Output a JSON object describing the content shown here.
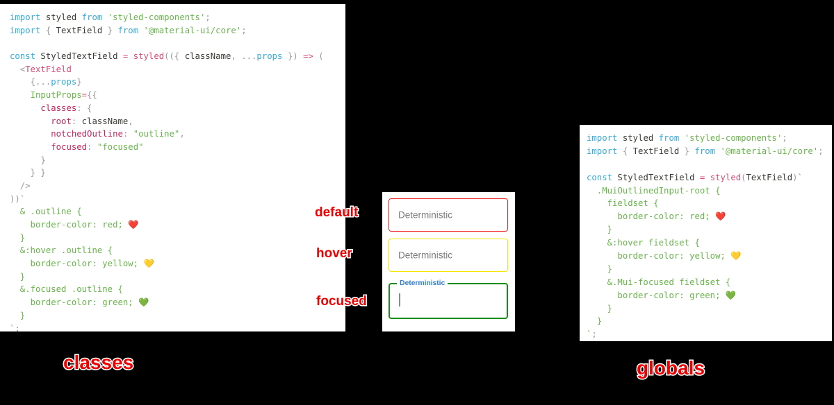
{
  "panels": {
    "classes": {
      "caption": "classes",
      "code_lines": [
        [
          {
            "t": "kw",
            "s": "import"
          },
          {
            "t": "plain",
            "s": " styled "
          },
          {
            "t": "kw",
            "s": "from"
          },
          {
            "t": "plain",
            "s": " "
          },
          {
            "t": "str",
            "s": "'styled-components'"
          },
          {
            "t": "punct",
            "s": ";"
          }
        ],
        [
          {
            "t": "kw",
            "s": "import"
          },
          {
            "t": "punct",
            "s": " { "
          },
          {
            "t": "plain",
            "s": "TextField"
          },
          {
            "t": "punct",
            "s": " } "
          },
          {
            "t": "kw",
            "s": "from"
          },
          {
            "t": "plain",
            "s": " "
          },
          {
            "t": "str",
            "s": "'@material-ui/core'"
          },
          {
            "t": "punct",
            "s": ";"
          }
        ],
        [],
        [
          {
            "t": "kw",
            "s": "const"
          },
          {
            "t": "plain",
            "s": " StyledTextField "
          },
          {
            "t": "op",
            "s": "="
          },
          {
            "t": "plain",
            "s": " "
          },
          {
            "t": "fn",
            "s": "styled"
          },
          {
            "t": "punct",
            "s": "(({ "
          },
          {
            "t": "plain",
            "s": "className"
          },
          {
            "t": "punct",
            "s": ", "
          },
          {
            "t": "punct",
            "s": "..."
          },
          {
            "t": "var",
            "s": "props"
          },
          {
            "t": "punct",
            "s": " }) "
          },
          {
            "t": "op",
            "s": "=>"
          },
          {
            "t": "punct",
            "s": " ("
          }
        ],
        [
          {
            "t": "plain",
            "s": "  "
          },
          {
            "t": "punct",
            "s": "<"
          },
          {
            "t": "fn",
            "s": "TextField"
          }
        ],
        [
          {
            "t": "punct",
            "s": "    {"
          },
          {
            "t": "punct",
            "s": "..."
          },
          {
            "t": "var",
            "s": "props"
          },
          {
            "t": "punct",
            "s": "}"
          }
        ],
        [
          {
            "t": "plain",
            "s": "    "
          },
          {
            "t": "attr",
            "s": "InputProps"
          },
          {
            "t": "op",
            "s": "="
          },
          {
            "t": "punct",
            "s": "{{"
          }
        ],
        [
          {
            "t": "plain",
            "s": "      "
          },
          {
            "t": "prop",
            "s": "classes"
          },
          {
            "t": "punct",
            "s": ": {"
          }
        ],
        [
          {
            "t": "plain",
            "s": "        "
          },
          {
            "t": "prop",
            "s": "root"
          },
          {
            "t": "punct",
            "s": ": "
          },
          {
            "t": "plain",
            "s": "className"
          },
          {
            "t": "punct",
            "s": ","
          }
        ],
        [
          {
            "t": "plain",
            "s": "        "
          },
          {
            "t": "prop",
            "s": "notchedOutline"
          },
          {
            "t": "punct",
            "s": ": "
          },
          {
            "t": "str",
            "s": "\"outline\""
          },
          {
            "t": "punct",
            "s": ","
          }
        ],
        [
          {
            "t": "plain",
            "s": "        "
          },
          {
            "t": "prop",
            "s": "focused"
          },
          {
            "t": "punct",
            "s": ": "
          },
          {
            "t": "str",
            "s": "\"focused\""
          }
        ],
        [
          {
            "t": "punct",
            "s": "      }"
          }
        ],
        [
          {
            "t": "punct",
            "s": "    } }"
          }
        ],
        [
          {
            "t": "punct",
            "s": "  />"
          }
        ],
        [
          {
            "t": "punct",
            "s": "))"
          },
          {
            "t": "str",
            "s": "`"
          }
        ],
        [
          {
            "t": "css",
            "s": "  & .outline {"
          }
        ],
        [
          {
            "t": "css",
            "s": "    border-color: red; "
          },
          {
            "t": "emoji",
            "s": "❤️"
          }
        ],
        [
          {
            "t": "css",
            "s": "  }"
          }
        ],
        [
          {
            "t": "css",
            "s": "  &:hover .outline {"
          }
        ],
        [
          {
            "t": "css",
            "s": "    border-color: yellow; "
          },
          {
            "t": "emoji",
            "s": "💛"
          }
        ],
        [
          {
            "t": "css",
            "s": "  }"
          }
        ],
        [
          {
            "t": "css",
            "s": "  &.focused .outline {"
          }
        ],
        [
          {
            "t": "css",
            "s": "    border-color: green; "
          },
          {
            "t": "emoji",
            "s": "💚"
          }
        ],
        [
          {
            "t": "css",
            "s": "  }"
          }
        ],
        [
          {
            "t": "str",
            "s": "`"
          },
          {
            "t": "punct",
            "s": ";"
          }
        ]
      ]
    },
    "globals": {
      "caption": "globals",
      "code_lines": [
        [
          {
            "t": "kw",
            "s": "import"
          },
          {
            "t": "plain",
            "s": " styled "
          },
          {
            "t": "kw",
            "s": "from"
          },
          {
            "t": "plain",
            "s": " "
          },
          {
            "t": "str",
            "s": "'styled-components'"
          },
          {
            "t": "punct",
            "s": ";"
          }
        ],
        [
          {
            "t": "kw",
            "s": "import"
          },
          {
            "t": "punct",
            "s": " { "
          },
          {
            "t": "plain",
            "s": "TextField"
          },
          {
            "t": "punct",
            "s": " } "
          },
          {
            "t": "kw",
            "s": "from"
          },
          {
            "t": "plain",
            "s": " "
          },
          {
            "t": "str",
            "s": "'@material-ui/core'"
          },
          {
            "t": "punct",
            "s": ";"
          }
        ],
        [],
        [
          {
            "t": "kw",
            "s": "const"
          },
          {
            "t": "plain",
            "s": " StyledTextField "
          },
          {
            "t": "op",
            "s": "="
          },
          {
            "t": "plain",
            "s": " "
          },
          {
            "t": "fn",
            "s": "styled"
          },
          {
            "t": "punct",
            "s": "("
          },
          {
            "t": "plain",
            "s": "TextField"
          },
          {
            "t": "punct",
            "s": ")"
          },
          {
            "t": "str",
            "s": "`"
          }
        ],
        [
          {
            "t": "css",
            "s": "  .MuiOutlinedInput-root {"
          }
        ],
        [
          {
            "t": "css",
            "s": "    fieldset {"
          }
        ],
        [
          {
            "t": "css",
            "s": "      border-color: red; "
          },
          {
            "t": "emoji",
            "s": "❤️"
          }
        ],
        [
          {
            "t": "css",
            "s": "    }"
          }
        ],
        [
          {
            "t": "css",
            "s": "    &:hover fieldset {"
          }
        ],
        [
          {
            "t": "css",
            "s": "      border-color: yellow; "
          },
          {
            "t": "emoji",
            "s": "💛"
          }
        ],
        [
          {
            "t": "css",
            "s": "    }"
          }
        ],
        [
          {
            "t": "css",
            "s": "    &.Mui-focused fieldset {"
          }
        ],
        [
          {
            "t": "css",
            "s": "      border-color: green; "
          },
          {
            "t": "emoji",
            "s": "💚"
          }
        ],
        [
          {
            "t": "css",
            "s": "    }"
          }
        ],
        [
          {
            "t": "css",
            "s": "  }"
          }
        ],
        [
          {
            "t": "str",
            "s": "`"
          },
          {
            "t": "punct",
            "s": ";"
          }
        ]
      ]
    }
  },
  "demo": {
    "state_labels": {
      "default": "default",
      "hover": "hover",
      "focused": "focused"
    },
    "fields": {
      "default": {
        "placeholder": "Deterministic",
        "border_color": "#f21f1f"
      },
      "hover": {
        "placeholder": "Deterministic",
        "border_color": "#f5e400"
      },
      "focused": {
        "label": "Deterministic",
        "value": "",
        "border_color": "#178c17",
        "label_color": "#2f7fd1"
      }
    }
  },
  "colors": {
    "background": "#000000",
    "panel": "#ffffff",
    "callout": "#ee0000",
    "red": "#f21f1f",
    "yellow": "#f5e400",
    "green": "#178c17"
  }
}
